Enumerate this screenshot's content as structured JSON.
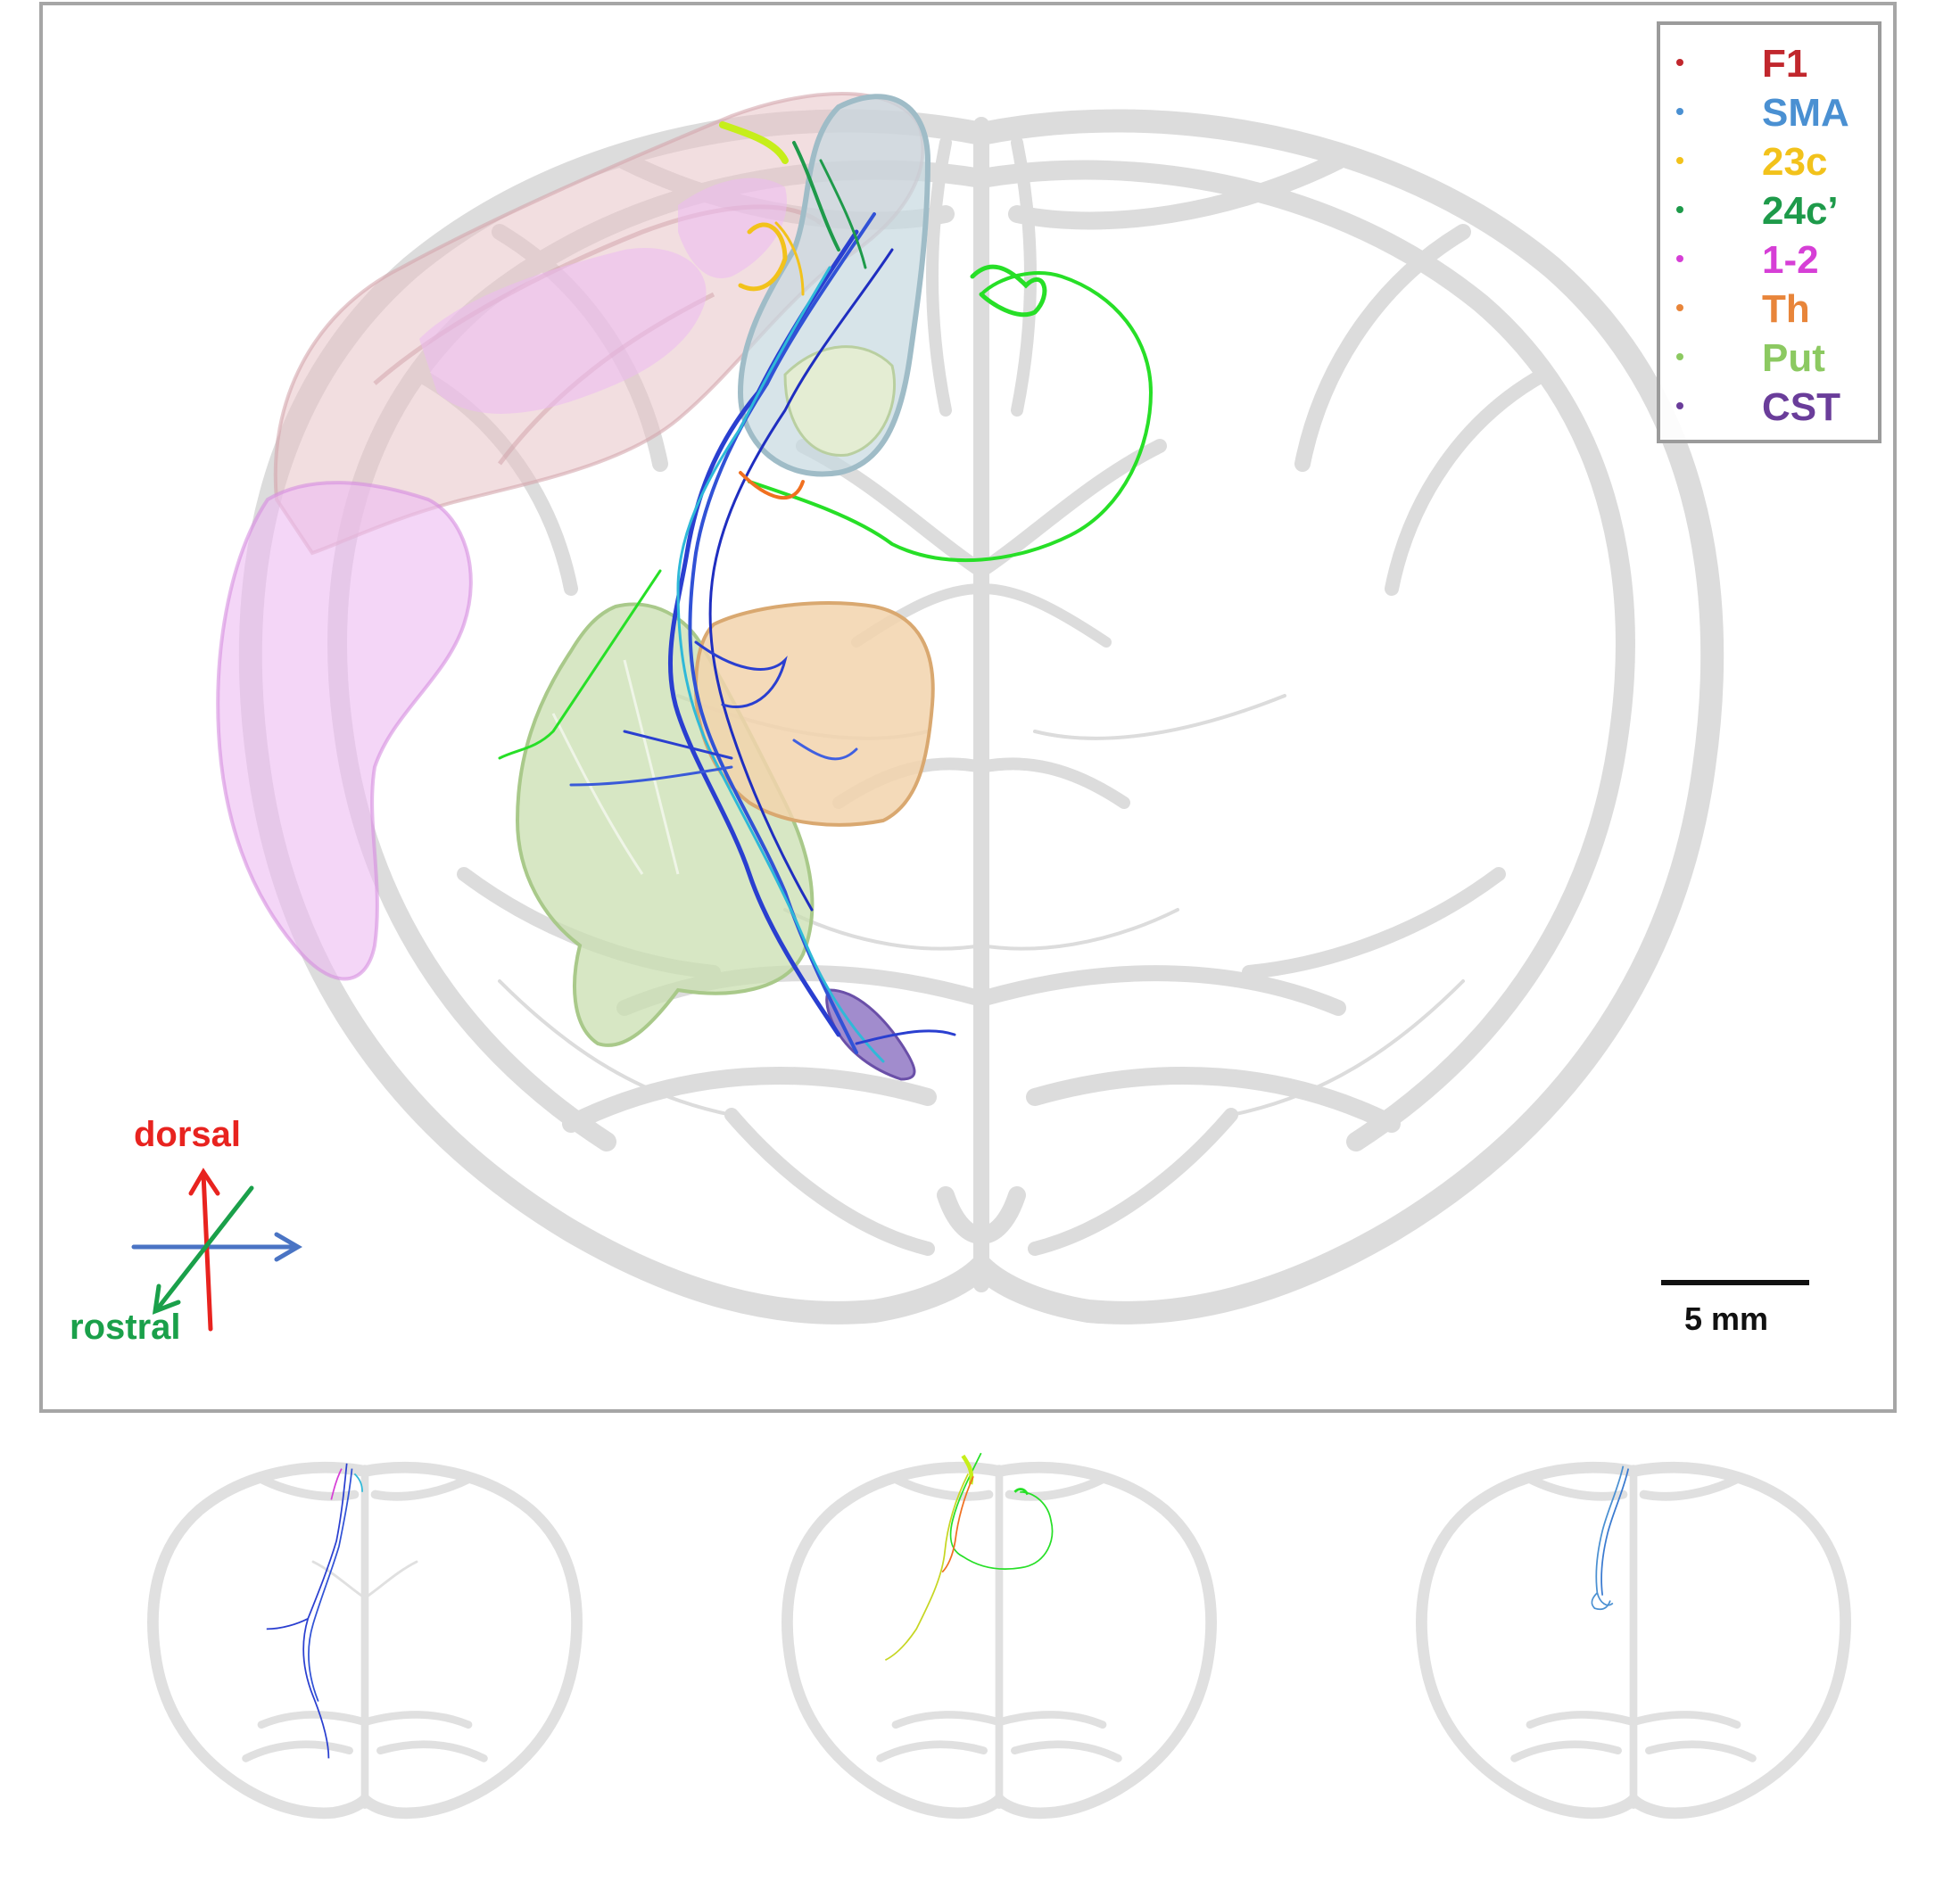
{
  "legend": {
    "items": [
      {
        "label": "F1",
        "color": "#c1272d"
      },
      {
        "label": "SMA",
        "color": "#4a90d2"
      },
      {
        "label": "23c",
        "color": "#f2c21b"
      },
      {
        "label": "24c’",
        "color": "#1e9a4a"
      },
      {
        "label": "1-2",
        "color": "#d63fd6"
      },
      {
        "label": "Th",
        "color": "#e8853a"
      },
      {
        "label": "Put",
        "color": "#8cc961"
      },
      {
        "label": "CST",
        "color": "#6a3d9a"
      }
    ]
  },
  "orientation": {
    "dorsal_label": "dorsal",
    "rostral_label": "rostral",
    "dorsal_color": "#e8231f",
    "rostral_color": "#1aa04a",
    "lateral_color": "#4a74c4"
  },
  "scale_bar": {
    "label": "5 mm"
  },
  "colors": {
    "brain_outline": "#d9d9d9",
    "cortex_pink": "#d9a9b0",
    "cortex_violet": "#e3a3ec",
    "putamen": "#b8d39a",
    "thalamus": "#f0cfa6",
    "sma_region": "#b6cdd6",
    "axon_blue": "#2a3fd0",
    "axon_cyan": "#2fb9d8",
    "axon_green": "#22e022",
    "axon_orange": "#f07020"
  }
}
